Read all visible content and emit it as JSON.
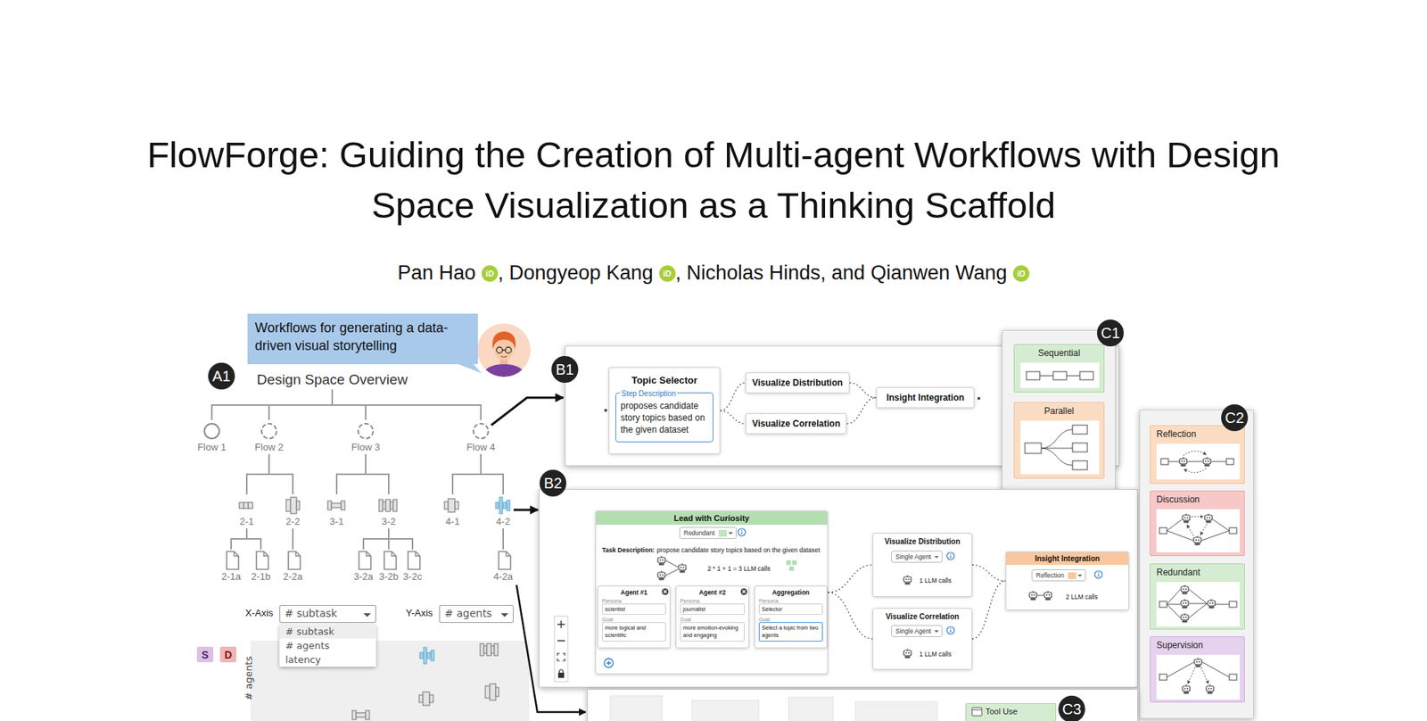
{
  "diagram": {
    "title": "FlowForge: Guiding the Creation of Multi-agent Workflows with Design Space Visualization as a Thinking Scaffold",
    "nodes": [
      {
        "text": [
          "Workflows for generating a data-driven visual storytelling"
        ]
      },
      {
        "text": [
          "Design Space Overview"
        ]
      },
      {
        "text": [
          "Flow 1"
        ]
      },
      {
        "text": [
          "Flow 2"
        ]
      },
      {
        "text": [
          "Flow 3"
        ]
      },
      {
        "text": [
          "Flow 4"
        ]
      },
      {
        "text": [
          "2-1"
        ]
      },
      {
        "text": [
          "2-2"
        ]
      },
      {
        "text": [
          "3-1"
        ]
      },
      {
        "text": [
          "3-2"
        ]
      },
      {
        "text": [
          "4-1"
        ]
      },
      {
        "text": [
          "4-2"
        ]
      },
      {
        "text": [
          "2-1a"
        ]
      },
      {
        "text": [
          "2-1b"
        ]
      },
      {
        "text": [
          "2-2a"
        ]
      },
      {
        "text": [
          "3-2a"
        ]
      },
      {
        "text": [
          "3-2b"
        ]
      },
      {
        "text": [
          "3-2c"
        ]
      },
      {
        "text": [
          "4-2a"
        ]
      },
      {
        "text": [
          "# subtask"
        ]
      },
      {
        "text": [
          "# subtask",
          "# agents",
          "latency"
        ]
      },
      {
        "text": [
          "# agents"
        ]
      },
      {
        "text": [
          "S"
        ]
      },
      {
        "text": [
          "D"
        ]
      },
      {
        "text": [
          "B1"
        ]
      },
      {
        "text": [
          "Topic Selector",
          "Step Description",
          "proposes candidate story topics based on the given dataset"
        ],
        "in": 24
      },
      {
        "text": [
          "Visualize Distribution"
        ],
        "in": 24
      },
      {
        "text": [
          "Visualize Correlation"
        ],
        "in": 24
      },
      {
        "text": [
          "Insight Integration"
        ],
        "in": 24
      },
      {
        "text": [
          "C1"
        ]
      },
      {
        "text": [
          "Sequential"
        ],
        "in": 29
      },
      {
        "text": [
          "Parallel"
        ],
        "in": 29
      },
      {
        "text": [
          "B2"
        ]
      },
      {
        "text": [
          "Lead with Curiosity",
          "Task Description:",
          "propose candidate story topics based on the given dataset",
          "2 * 1 + 1 = 3 LLM calls"
        ],
        "in": 32
      },
      {
        "text": [
          "Redundant"
        ],
        "in": 33
      },
      {
        "text": [
          "Agent #1",
          "Persona",
          "scientist",
          "Goal",
          "more logical and scientific"
        ],
        "in": 33
      },
      {
        "text": [
          "Agent #2",
          "Persona",
          "journalist",
          "Goal",
          "more emotion-evoking and engaging"
        ],
        "in": 33
      },
      {
        "text": [
          "Aggregation",
          "Persona",
          "Selector",
          "Goal",
          "Select a topic from two agents"
        ],
        "in": 33
      },
      {
        "text": [
          "Visualize Distribution",
          "1 LLM calls"
        ],
        "in": 32
      },
      {
        "text": [
          "Single Agent"
        ],
        "in": 38
      },
      {
        "text": [
          "Visualize Correlation",
          "1 LLM calls"
        ],
        "in": 32
      },
      {
        "text": [
          "Single Agent"
        ],
        "in": 40
      },
      {
        "text": [
          "Insight Integration",
          "2 LLM calls"
        ],
        "in": 32
      },
      {
        "text": [
          "Reflection"
        ],
        "in": 42
      },
      {
        "text": [
          "C2"
        ]
      },
      {
        "text": [
          "Reflection"
        ],
        "in": 44
      },
      {
        "text": [
          "Discussion"
        ],
        "in": 44
      },
      {
        "text": [
          "Redundant"
        ],
        "in": 44
      },
      {
        "text": [
          "Supervision"
        ],
        "in": 44
      },
      {
        "text": [
          "C3"
        ]
      },
      {
        "text": [
          "Tool Use"
        ],
        "in": 49
      }
    ],
    "edges": [
      {
        "from": 1,
        "to": 2,
        "arrow": "none"
      },
      {
        "from": 1,
        "to": 3,
        "arrow": "none"
      },
      {
        "from": 1,
        "to": 4,
        "arrow": "none"
      },
      {
        "from": 1,
        "to": 5,
        "arrow": "none"
      },
      {
        "from": 3,
        "to": 6,
        "arrow": "none"
      },
      {
        "from": 3,
        "to": 7,
        "arrow": "none"
      },
      {
        "from": 4,
        "to": 8,
        "arrow": "none"
      },
      {
        "from": 4,
        "to": 9,
        "arrow": "none"
      },
      {
        "from": 5,
        "to": 10,
        "arrow": "none"
      },
      {
        "from": 5,
        "to": 11,
        "arrow": "none"
      },
      {
        "from": 6,
        "to": 12,
        "arrow": "none"
      },
      {
        "from": 6,
        "to": 13,
        "arrow": "none"
      },
      {
        "from": 7,
        "to": 14,
        "arrow": "none"
      },
      {
        "from": 9,
        "to": 15,
        "arrow": "none"
      },
      {
        "from": 9,
        "to": 16,
        "arrow": "none"
      },
      {
        "from": 9,
        "to": 17,
        "arrow": "none"
      },
      {
        "from": 11,
        "to": 18,
        "arrow": "none"
      },
      {
        "from": 5,
        "to": 24,
        "arrow": "to"
      },
      {
        "from": 11,
        "to": 32,
        "arrow": "to"
      },
      {
        "from": 18,
        "to": 49,
        "arrow": "to"
      },
      {
        "from": 25,
        "to": 26,
        "arrow": "none"
      },
      {
        "from": 25,
        "to": 27,
        "arrow": "none"
      },
      {
        "from": 26,
        "to": 28,
        "arrow": "none"
      },
      {
        "from": 27,
        "to": 28,
        "arrow": "none"
      },
      {
        "from": 33,
        "to": 38,
        "arrow": "none"
      },
      {
        "from": 33,
        "to": 40,
        "arrow": "none"
      },
      {
        "from": 38,
        "to": 42,
        "arrow": "none"
      },
      {
        "from": 40,
        "to": 42,
        "arrow": "none"
      }
    ],
    "labels": [
      "Pan Hao",
      "iD",
      ", Dongyeop Kang",
      "iD",
      ", Nicholas Hinds, and Qianwen Wang",
      "iD",
      "A1",
      "X-Axis",
      "Y-Axis",
      "# agents"
    ]
  }
}
